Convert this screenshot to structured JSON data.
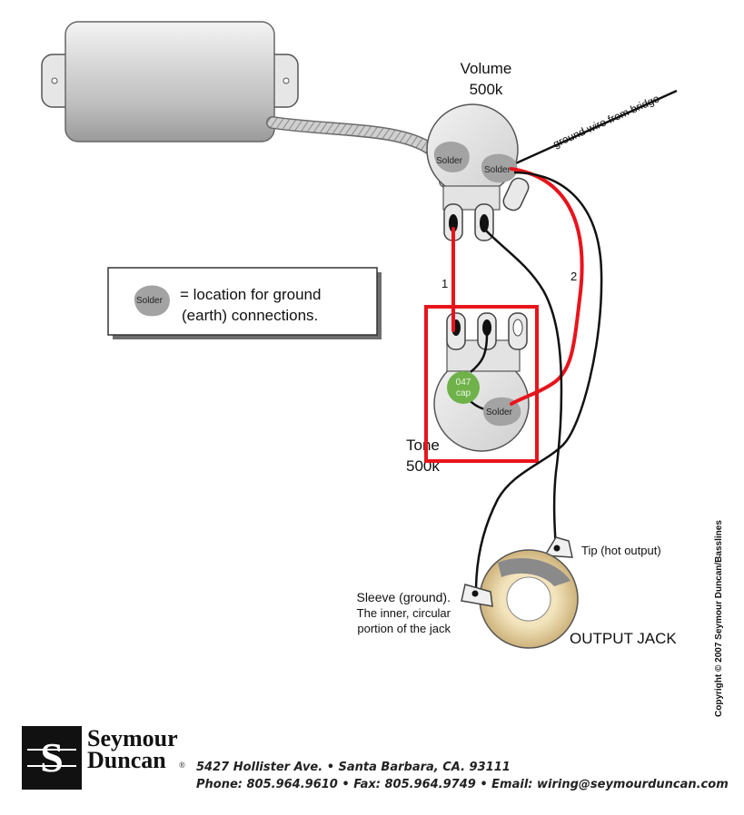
{
  "volume_pot": {
    "title": "Volume",
    "value": "500k"
  },
  "tone_pot": {
    "title": "Tone",
    "value": "500k"
  },
  "solder_label": "Solder",
  "ground_wire_label": "ground wire from bridge",
  "legend": {
    "line1": "= location for ground",
    "line2": "(earth) connections."
  },
  "capacitor": {
    "line1": "047",
    "line2": "cap"
  },
  "wire_numbers": {
    "wire1": "1",
    "wire2": "2"
  },
  "jack": {
    "tip_label": "Tip (hot output)",
    "sleeve_line1": "Sleeve (ground).",
    "sleeve_line2": "The inner, circular",
    "sleeve_line3": "portion of the jack",
    "title": "OUTPUT JACK"
  },
  "copyright": "Copyright © 2007 Seymour Duncan/Basslines",
  "footer": {
    "brand_line1": "Seymour",
    "brand_line2": "Duncan",
    "brand_mark": "®",
    "address": "5427 Hollister Ave. • Santa Barbara, CA. 93111",
    "contact": "Phone: 805.964.9610 • Fax: 805.964.9749 • Email: wiring@seymourduncan.com"
  },
  "colors": {
    "highlight_red": "#e8141c",
    "wire_black": "#111111",
    "cap_green": "#6fb24a",
    "solder_gray": "#a3a3a3",
    "jack_gold": "#d9c08a"
  }
}
